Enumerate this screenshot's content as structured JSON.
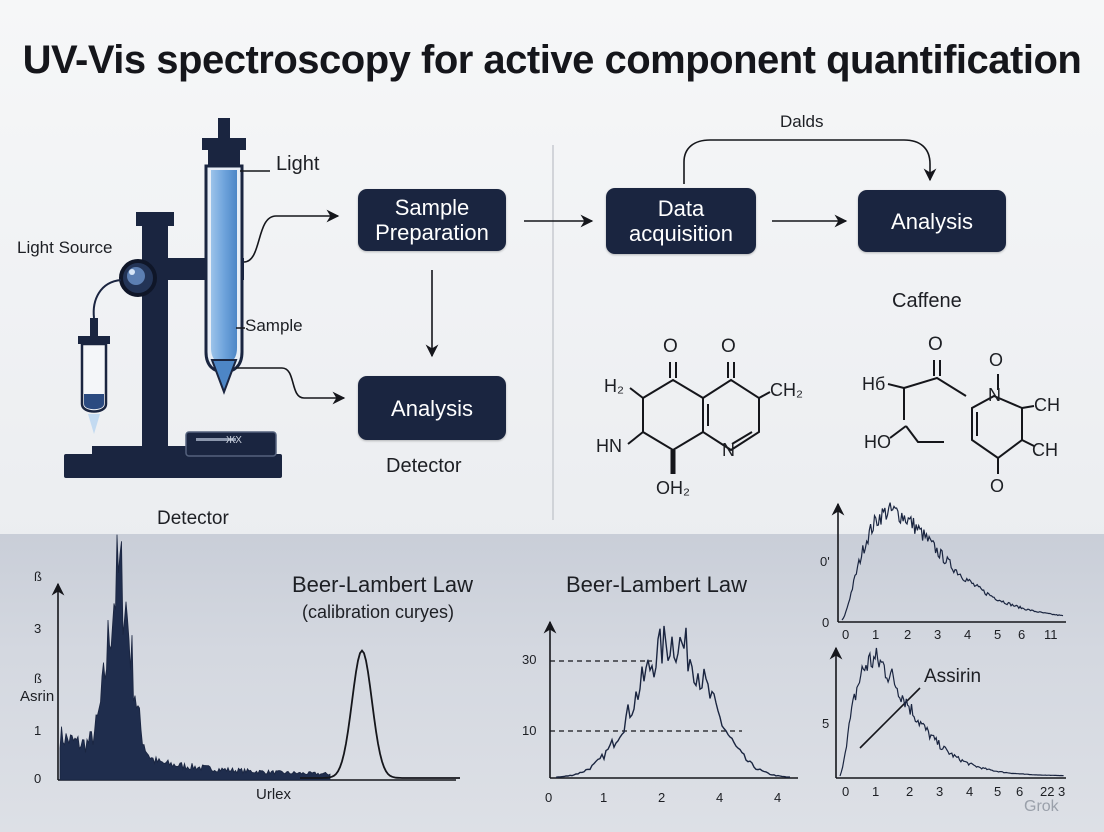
{
  "title": "UV-Vis spectroscopy for active component quantification",
  "apparatus": {
    "light": "Light",
    "light_source": "Light Source",
    "sample": "Sample",
    "detector": "Detector",
    "instrument_text": "ЖX"
  },
  "flow": {
    "sample_prep_line1": "Sample",
    "sample_prep_line2": "Preparation",
    "analysis_left": "Analysis",
    "detector_label": "Detector",
    "data_acq_line1": "Data",
    "data_acq_line2": "acquisition",
    "analysis_right": "Analysis",
    "loop_label": "Dalds"
  },
  "molecules": {
    "caffeine_label": "Caffene",
    "left_atoms": [
      "O",
      "O",
      "H₂",
      "CH₂",
      "HN",
      "N",
      "OH₂"
    ],
    "right_atoms": [
      "O",
      "Hб",
      "HO",
      "O",
      "N",
      "CH",
      "CH",
      "O"
    ]
  },
  "charts": {
    "beer_lambert_1": "Beer-Lambert Law",
    "beer_lambert_1_sub": "(calibration curyes)",
    "beer_lambert_2": "Beer-Lambert Law",
    "aspirin_label": "Assirin",
    "watermark": "Grok"
  },
  "chart_data": [
    {
      "type": "area",
      "name": "spectrum-left",
      "ylabel": "Asrin",
      "xlabel": "Urlex",
      "yticks": [
        "0",
        "1",
        "ß",
        "3",
        "ß"
      ],
      "peaks": [
        {
          "center": 0.22,
          "height": 3.6,
          "shape": "noisy-band"
        },
        {
          "center": 0.62,
          "height": 2.6,
          "shape": "gaussian"
        }
      ]
    },
    {
      "type": "line",
      "name": "beer-lambert-curve",
      "xticks": [
        "0",
        "1",
        "2",
        "4",
        "4"
      ],
      "yticks": [
        "10",
        "30"
      ],
      "peak_x": 2.2,
      "peak_y": 35,
      "reference_lines_y": [
        10,
        30
      ]
    },
    {
      "type": "line",
      "name": "spectrum-top-right",
      "ylabel": "0'",
      "xticks": [
        "0",
        "1",
        "2",
        "3",
        "4",
        "5",
        "6",
        "11"
      ],
      "yticks": [
        "0"
      ],
      "peak_x": 1.4
    },
    {
      "type": "line",
      "name": "spectrum-bottom-right",
      "xticks": [
        "0",
        "1",
        "2",
        "3",
        "4",
        "5",
        "6",
        "22",
        "3"
      ],
      "yticks": [
        "5"
      ],
      "peak_x": 0.9
    }
  ]
}
